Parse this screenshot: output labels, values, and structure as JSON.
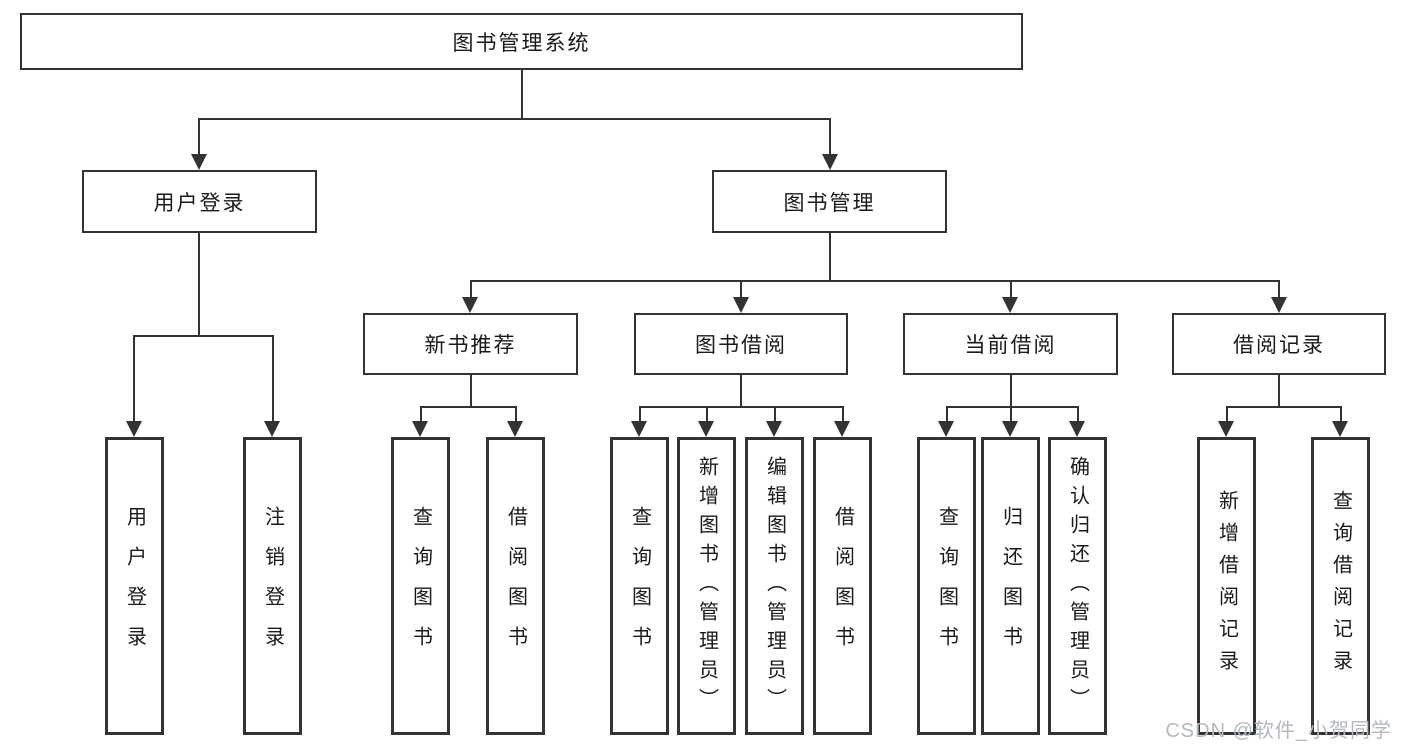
{
  "tree": {
    "root": {
      "label": "图书管理系统"
    },
    "branches": [
      {
        "label": "用户登录",
        "children": [
          "用户登录",
          "注销登录"
        ]
      },
      {
        "label": "图书管理",
        "children": [
          {
            "label": "新书推荐",
            "children": [
              "查询图书",
              "借阅图书"
            ]
          },
          {
            "label": "图书借阅",
            "children": [
              "查询图书",
              "新增图书（管理员）",
              "编辑图书（管理员）",
              "借阅图书"
            ]
          },
          {
            "label": "当前借阅",
            "children": [
              "查询图书",
              "归还图书",
              "确认归还（管理员）"
            ]
          },
          {
            "label": "借阅记录",
            "children": [
              "新增借阅记录",
              "查询借阅记录"
            ]
          }
        ]
      }
    ]
  },
  "watermark": "CSDN @软件_小贺同学",
  "colors": {
    "line": "#333333",
    "box_border": "#333333",
    "box_fill": "#ffffff",
    "text": "#1a1a1a",
    "watermark": "#b3b9bf",
    "background": "#ffffff"
  }
}
